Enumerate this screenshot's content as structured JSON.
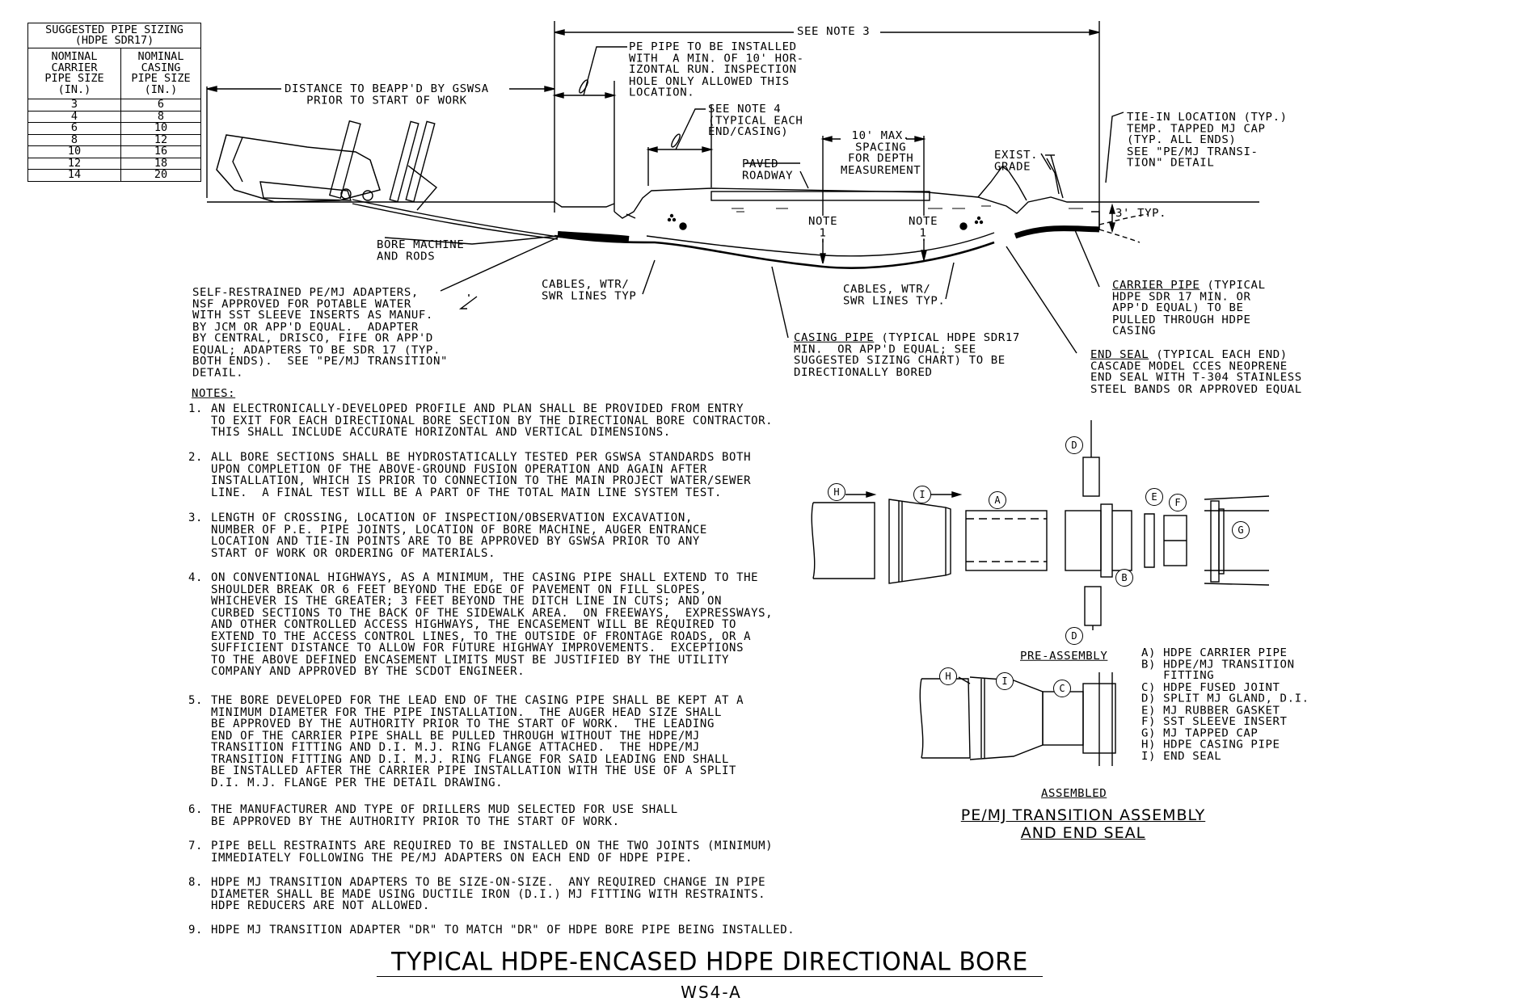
{
  "sizing_table": {
    "title": "SUGGESTED PIPE SIZING\n(HDPE SDR17)",
    "headers": [
      "NOMINAL\nCARRIER\nPIPE SIZE\n(IN.)",
      "NOMINAL\nCASING\nPIPE SIZE\n(IN.)"
    ],
    "rows": [
      [
        "3",
        "6"
      ],
      [
        "4",
        "8"
      ],
      [
        "6",
        "10"
      ],
      [
        "8",
        "12"
      ],
      [
        "10",
        "16"
      ],
      [
        "12",
        "18"
      ],
      [
        "14",
        "20"
      ]
    ]
  },
  "profile_labels": {
    "see_note_3": "SEE NOTE 3",
    "distance": "DISTANCE TO BEAPP'D BY GSWSA\nPRIOR TO START OF WORK",
    "pe_pipe": "PE PIPE TO BE INSTALLED\nWITH  A MIN. OF 10' HOR-\nIZONTAL RUN. INSPECTION\nHOLE ONLY ALLOWED THIS\nLOCATION.",
    "see_note_4": "SEE NOTE 4\n(TYPICAL EACH\nEND/CASING)",
    "spacing": "10' MAX.\nSPACING\nFOR DEPTH\nMEASUREMENT",
    "paved": "PAVED\nROADWAY",
    "exist_grade": "EXIST.\nGRADE",
    "tie_in": "TIE-IN LOCATION (TYP.)\nTEMP. TAPPED MJ CAP\n(TYP. ALL ENDS)\nSEE \"PE/MJ TRANSI-\nTION\" DETAIL",
    "three_ft": "3' TYP.",
    "note1a": "NOTE\n1",
    "note1b": "NOTE\n1",
    "bore_machine": "BORE MACHINE\nAND RODS",
    "cables_left": "CABLES, WTR/\nSWR LINES TYP",
    "cables_right": "CABLES, WTR/\nSWR LINES TYP.",
    "adapters": "SELF-RESTRAINED PE/MJ ADAPTERS,\nNSF APPROVED FOR POTABLE WATER\nWITH SST SLEEVE INSERTS AS MANUF.\nBY JCM OR APP'D EQUAL.  ADAPTER\nBY CENTRAL, DRISCO, FIFE OR APP'D\nEQUAL; ADAPTERS TO BE SDR 17 (TYP.\nBOTH ENDS).  SEE \"PE/MJ TRANSITION\"\nDETAIL.",
    "casing_head": "CASING PIPE",
    "casing_rest": " (TYPICAL HDPE SDR17\nMIN.  OR APP'D EQUAL; SEE\nSUGGESTED SIZING CHART) TO BE\nDIRECTIONALLY BORED",
    "carrier_head": "CARRIER PIPE",
    "carrier_rest": " (TYPICAL\nHDPE SDR 17 MIN. OR\nAPP'D EQUAL) TO BE\nPULLED THROUGH HDPE\nCASING",
    "endseal_head": "END SEAL",
    "endseal_rest": " (TYPICAL EACH END)\nCASCADE MODEL CCES NEOPRENE\nEND SEAL WITH T-304 STAINLESS\nSTEEL BANDS OR APPROVED EQUAL"
  },
  "notes": {
    "heading": "NOTES:",
    "items": [
      {
        "n": "1.",
        "text": "AN ELECTRONICALLY-DEVELOPED PROFILE AND PLAN SHALL BE PROVIDED FROM ENTRY\nTO EXIT FOR EACH DIRECTIONAL BORE SECTION BY THE DIRECTIONAL BORE CONTRACTOR.\nTHIS SHALL INCLUDE ACCURATE HORIZONTAL AND VERTICAL DIMENSIONS."
      },
      {
        "n": "2.",
        "text": "ALL BORE SECTIONS SHALL BE HYDROSTATICALLY TESTED PER GSWSA STANDARDS BOTH\nUPON COMPLETION OF THE ABOVE-GROUND FUSION OPERATION AND AGAIN AFTER\nINSTALLATION, WHICH IS PRIOR TO CONNECTION TO THE MAIN PROJECT WATER/SEWER\nLINE.  A FINAL TEST WILL BE A PART OF THE TOTAL MAIN LINE SYSTEM TEST."
      },
      {
        "n": "3.",
        "text": "LENGTH OF CROSSING, LOCATION OF INSPECTION/OBSERVATION EXCAVATION,\nNUMBER OF P.E. PIPE JOINTS, LOCATION OF BORE MACHINE, AUGER ENTRANCE\nLOCATION AND TIE-IN POINTS ARE TO BE APPROVED BY GSWSA PRIOR TO ANY\nSTART OF WORK OR ORDERING OF MATERIALS."
      },
      {
        "n": "4.",
        "text": "ON CONVENTIONAL HIGHWAYS, AS A MINIMUM, THE CASING PIPE SHALL EXTEND TO THE\nSHOULDER BREAK OR 6 FEET BEYOND THE EDGE OF PAVEMENT ON FILL SLOPES,\nWHICHEVER IS THE GREATER; 3 FEET BEYOND THE DITCH LINE IN CUTS; AND ON\nCURBED SECTIONS TO THE BACK OF THE SIDEWALK AREA.  ON FREEWAYS,  EXPRESSWAYS,\nAND OTHER CONTROLLED ACCESS HIGHWAYS, THE ENCASEMENT WILL BE REQUIRED TO\nEXTEND TO THE ACCESS CONTROL LINES, TO THE OUTSIDE OF FRONTAGE ROADS, OR A\nSUFFICIENT DISTANCE TO ALLOW FOR FUTURE HIGHWAY IMPROVEMENTS.  EXCEPTIONS\nTO THE ABOVE DEFINED ENCASEMENT LIMITS MUST BE JUSTIFIED BY THE UTILITY\nCOMPANY AND APPROVED BY THE SCDOT ENGINEER."
      },
      {
        "n": "5.",
        "text": "THE BORE DEVELOPED FOR THE LEAD END OF THE CASING PIPE SHALL BE KEPT AT A\nMINIMUM DIAMETER FOR THE PIPE INSTALLATION.  THE AUGER HEAD SIZE SHALL\nBE APPROVED BY THE AUTHORITY PRIOR TO THE START OF WORK.  THE LEADING\nEND OF THE CARRIER PIPE SHALL BE PULLED THROUGH WITHOUT THE HDPE/MJ\nTRANSITION FITTING AND D.I. M.J. RING FLANGE ATTACHED.  THE HDPE/MJ\nTRANSITION FITTING AND D.I. M.J. RING FLANGE FOR SAID LEADING END SHALL\nBE INSTALLED AFTER THE CARRIER PIPE INSTALLATION WITH THE USE OF A SPLIT\nD.I. M.J. FLANGE PER THE DETAIL DRAWING."
      },
      {
        "n": "6.",
        "text": "THE MANUFACTURER AND TYPE OF DRILLERS MUD SELECTED FOR USE SHALL\nBE APPROVED BY THE AUTHORITY PRIOR TO THE START OF WORK."
      },
      {
        "n": "7.",
        "text": "PIPE BELL RESTRAINTS ARE REQUIRED TO BE INSTALLED ON THE TWO JOINTS (MINIMUM)\nIMMEDIATELY FOLLOWING THE PE/MJ ADAPTERS ON EACH END OF HDPE PIPE."
      },
      {
        "n": "8.",
        "text": "HDPE MJ TRANSITION ADAPTERS TO BE SIZE-ON-SIZE.  ANY REQUIRED CHANGE IN PIPE\nDIAMETER SHALL BE MADE USING DUCTILE IRON (D.I.) MJ FITTING WITH RESTRAINTS.\nHDPE REDUCERS ARE NOT ALLOWED."
      },
      {
        "n": "9.",
        "text": "HDPE MJ TRANSITION ADAPTER \"DR\" TO MATCH \"DR\" OF HDPE BORE PIPE BEING INSTALLED."
      }
    ]
  },
  "assembly": {
    "pre_assembly": "PRE-ASSEMBLY",
    "assembled": "ASSEMBLED",
    "title_line1": "PE/MJ TRANSITION ASSEMBLY",
    "title_line2": "AND END SEAL",
    "bubbles": {
      "A": "A",
      "B": "B",
      "C": "C",
      "D": "D",
      "E": "E",
      "F": "F",
      "G": "G",
      "H": "H",
      "I": "I"
    },
    "legend": "A) HDPE CARRIER PIPE\nB) HDPE/MJ TRANSITION\n   FITTING\nC) HDPE FUSED JOINT\nD) SPLIT MJ GLAND, D.I.\nE) MJ RUBBER GASKET\nF) SST SLEEVE INSERT\nG) MJ TAPPED CAP\nH) HDPE CASING PIPE\nI) END SEAL"
  },
  "title": "TYPICAL HDPE-ENCASED HDPE DIRECTIONAL BORE",
  "sheet_number": "WS4-A"
}
